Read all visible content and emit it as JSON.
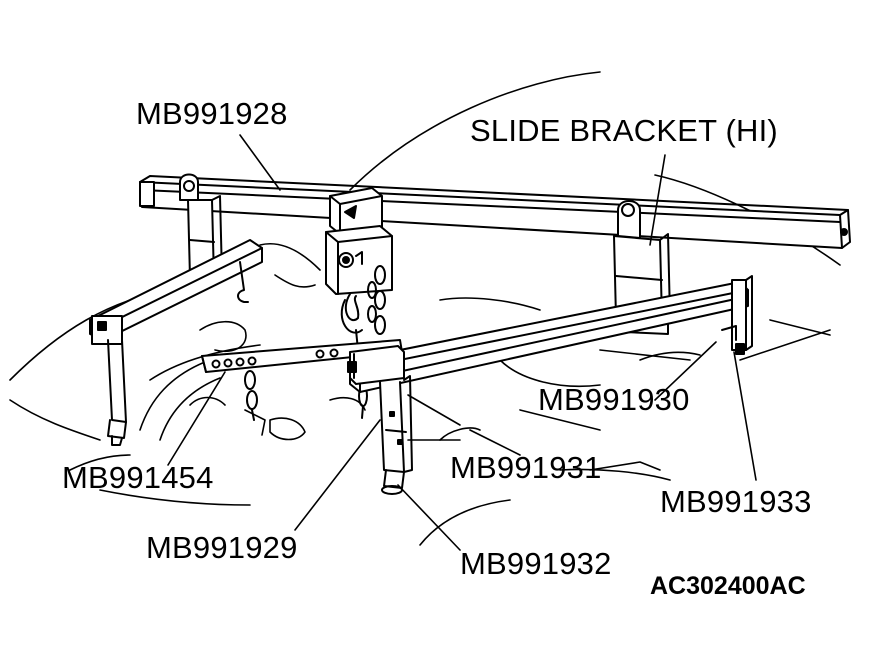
{
  "labels": {
    "beam": "MB991928",
    "slide_bracket": "SLIDE BRACKET (HI)",
    "left_arm": "MB991454",
    "chain_link": "MB991929",
    "right_arm": "MB991930",
    "leg_center": "MB991931",
    "leg_right": "MB991933",
    "foot": "MB991932"
  },
  "figure_code": "AC302400AC",
  "colors": {
    "ink": "#000000",
    "paper": "#ffffff"
  }
}
